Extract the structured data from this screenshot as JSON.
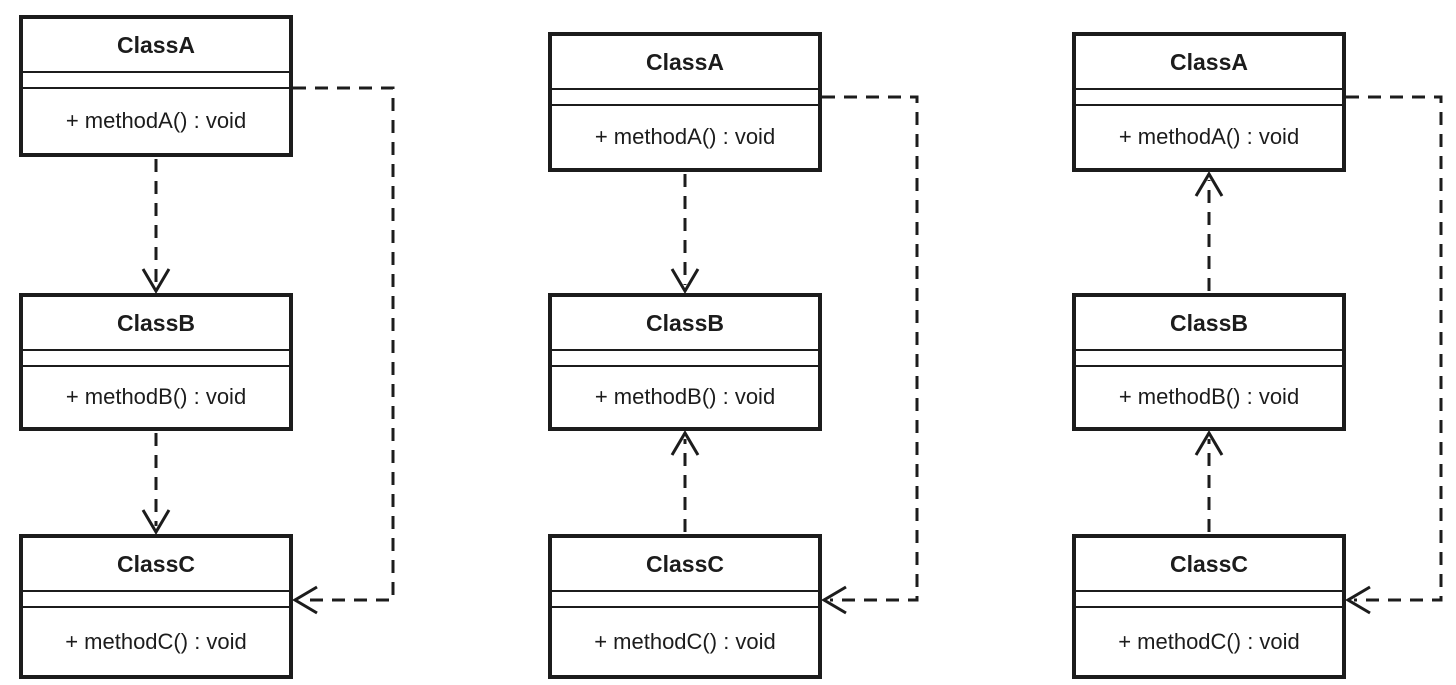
{
  "colors": {
    "line": "#1c1c1c",
    "background": "#ffffff"
  },
  "diagrams": [
    {
      "id": "left",
      "classes": [
        {
          "name": "ClassA",
          "method": "+ methodA() : void"
        },
        {
          "name": "ClassB",
          "method": "+ methodB() : void"
        },
        {
          "name": "ClassC",
          "method": "+ methodC() : void"
        }
      ],
      "relations": [
        {
          "from": "ClassA",
          "to": "ClassB",
          "type": "dependency",
          "line_style": "dashed",
          "arrowhead": "open",
          "route": "vertical"
        },
        {
          "from": "ClassB",
          "to": "ClassC",
          "type": "dependency",
          "line_style": "dashed",
          "arrowhead": "open",
          "route": "vertical"
        },
        {
          "from": "ClassA",
          "to": "ClassC",
          "type": "dependency",
          "line_style": "dashed",
          "arrowhead": "open",
          "route": "side-loop"
        }
      ]
    },
    {
      "id": "middle",
      "classes": [
        {
          "name": "ClassA",
          "method": "+ methodA() : void"
        },
        {
          "name": "ClassB",
          "method": "+ methodB() : void"
        },
        {
          "name": "ClassC",
          "method": "+ methodC() : void"
        }
      ],
      "relations": [
        {
          "from": "ClassA",
          "to": "ClassB",
          "type": "dependency",
          "line_style": "dashed",
          "arrowhead": "open",
          "route": "vertical"
        },
        {
          "from": "ClassC",
          "to": "ClassB",
          "type": "dependency",
          "line_style": "dashed",
          "arrowhead": "open",
          "route": "vertical"
        },
        {
          "from": "ClassA",
          "to": "ClassC",
          "type": "dependency",
          "line_style": "dashed",
          "arrowhead": "open",
          "route": "side-loop"
        }
      ]
    },
    {
      "id": "right",
      "classes": [
        {
          "name": "ClassA",
          "method": "+ methodA() : void"
        },
        {
          "name": "ClassB",
          "method": "+ methodB() : void"
        },
        {
          "name": "ClassC",
          "method": "+ methodC() : void"
        }
      ],
      "relations": [
        {
          "from": "ClassB",
          "to": "ClassA",
          "type": "dependency",
          "line_style": "dashed",
          "arrowhead": "open",
          "route": "vertical"
        },
        {
          "from": "ClassC",
          "to": "ClassB",
          "type": "dependency",
          "line_style": "dashed",
          "arrowhead": "open",
          "route": "vertical"
        },
        {
          "from": "ClassA",
          "to": "ClassC",
          "type": "dependency",
          "line_style": "dashed",
          "arrowhead": "open",
          "route": "side-loop"
        }
      ]
    }
  ]
}
